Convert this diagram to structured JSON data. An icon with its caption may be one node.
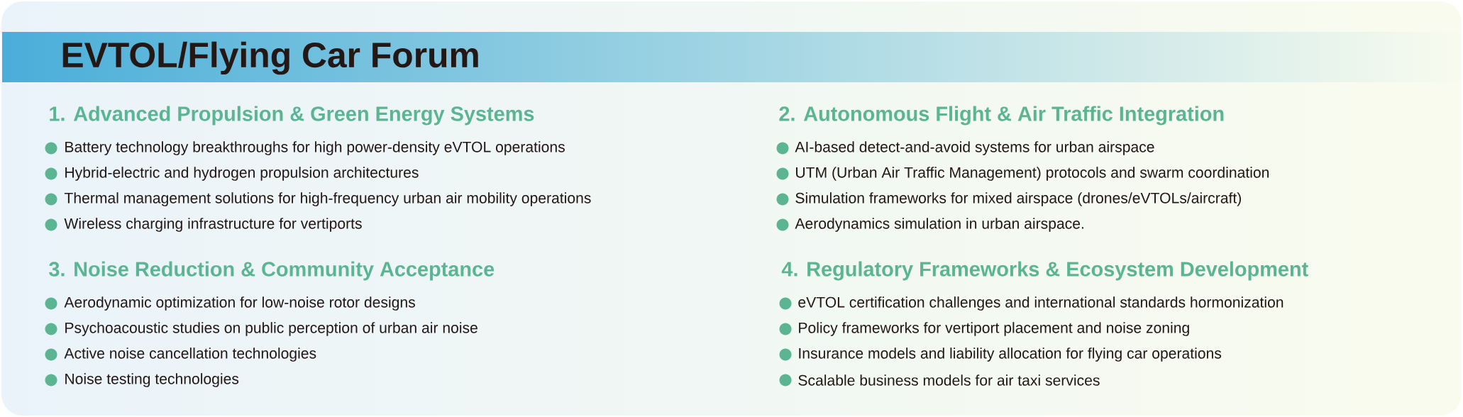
{
  "diagram": {
    "title": "EVTOL/Flying Car Forum",
    "labels": [
      "1. Advanced Propulsion & Green Energy Systems",
      "Battery technology breakthroughs for high power-density eVTOL operations",
      "Hybrid-electric and hydrogen propulsion architectures",
      "Thermal management solutions for high-frequency urban air mobility operations",
      "Wireless charging infrastructure for vertiports",
      "2. Autonomous Flight & Air Traffic Integration",
      "AI-based detect-and-avoid systems for urban airspace",
      "UTM (Urban Air Traffic Management) protocols and swarm coordination",
      "Simulation frameworks for mixed airspace (drones/eVTOLs/aircraft)",
      "Aerodynamics simulation in urban airspace.",
      "3. Noise Reduction & Community Acceptance",
      "Aerodynamic optimization for low-noise rotor designs",
      "Psychoacoustic studies on public perception of urban air noise",
      "Active noise cancellation technologies",
      "Noise testing technologies",
      "4. Regulatory Frameworks & Ecosystem Development",
      "eVTOL certification challenges and international standards hormonization",
      "Policy frameworks for vertiport placement and noise zoning",
      "Insurance models and liability allocation for flying car operations",
      "Scalable business models for air taxi services"
    ]
  }
}
